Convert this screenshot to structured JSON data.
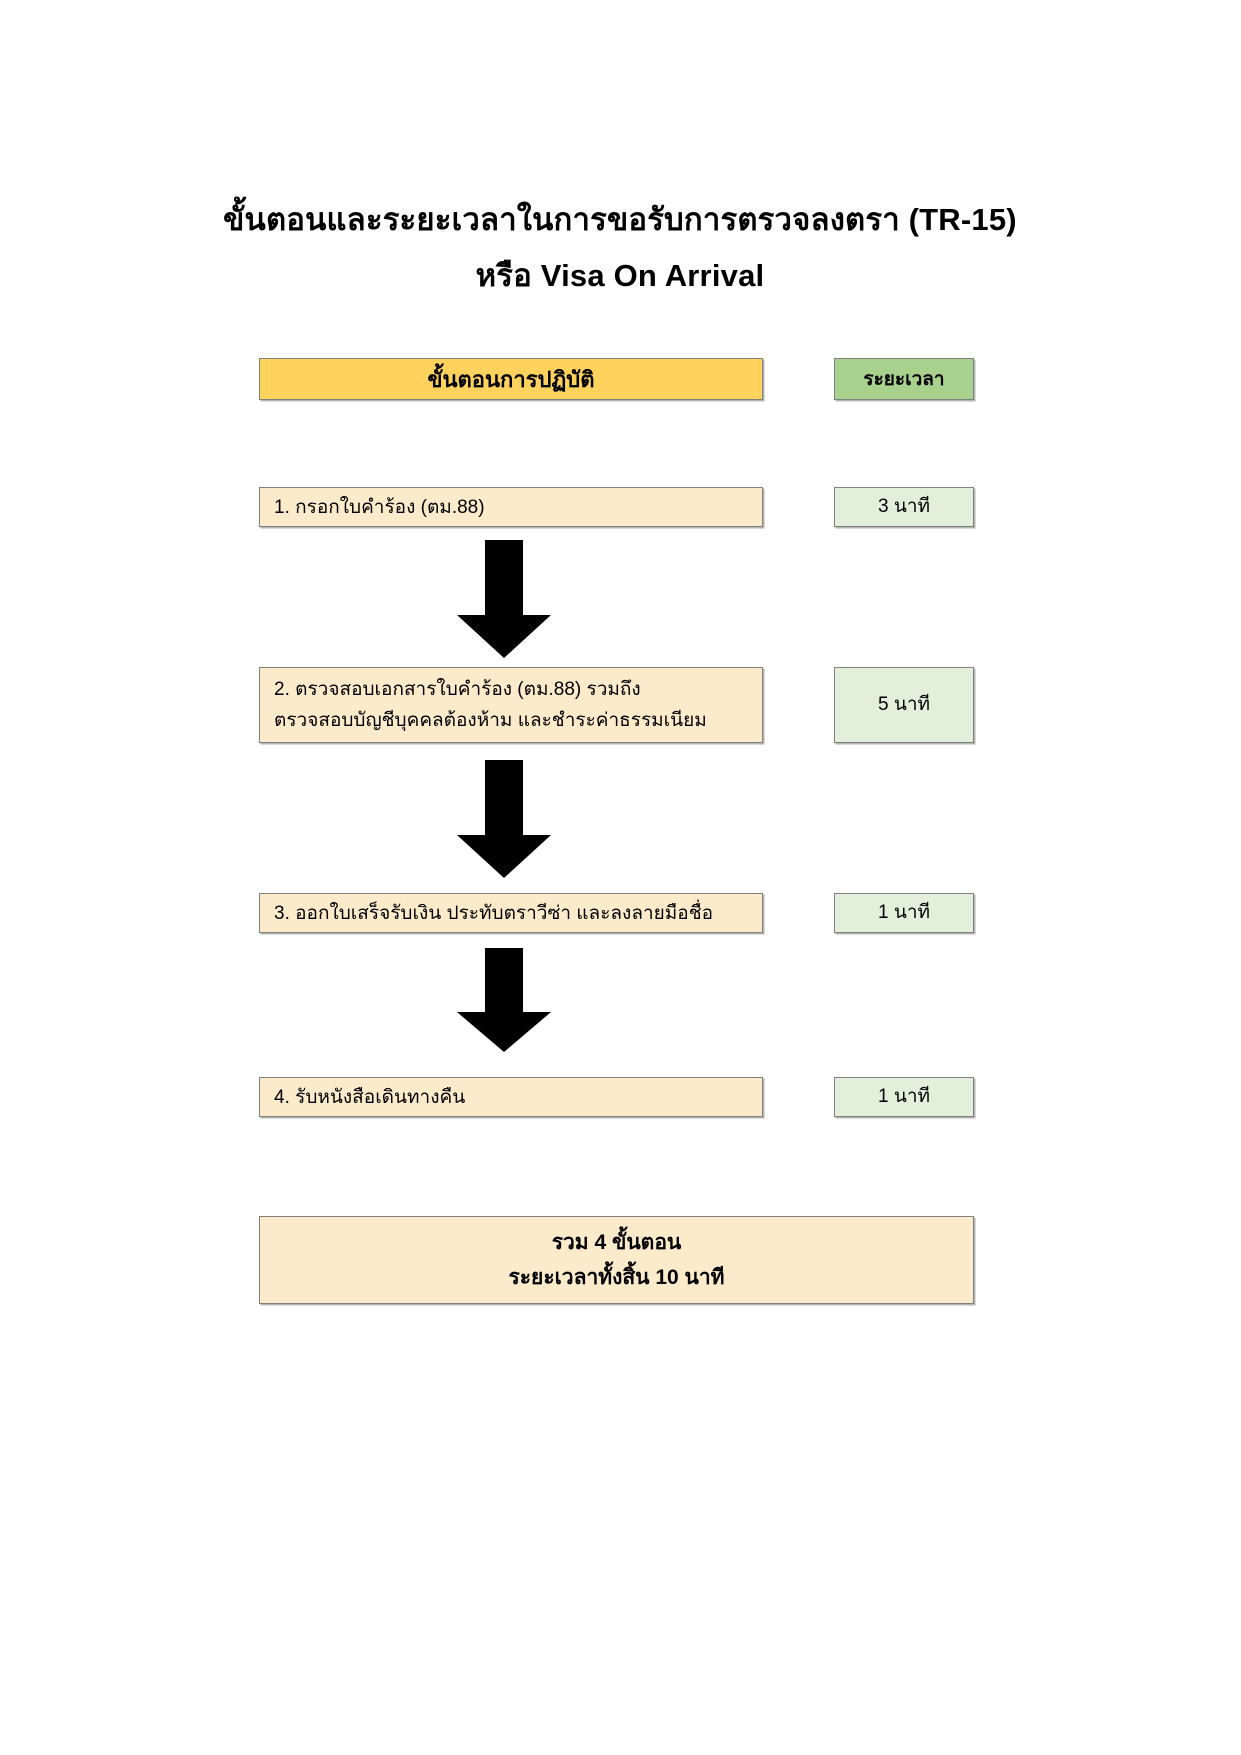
{
  "document": {
    "title_lines": [
      "ขั้นตอนและระยะเวลาในการขอรับการตรวจลงตรา (TR-15)",
      "หรือ Visa On Arrival"
    ]
  },
  "colors": {
    "header_process": "#FFD25E",
    "header_duration": "#A9D18E",
    "step_box": "#FCEBCB",
    "time_box": "#E2EFDA",
    "border": "#808080",
    "arrow": "#000000",
    "page_background": "#FFFFFF"
  },
  "table_headers": {
    "process": "ขั้นตอนการปฏิบัติ",
    "duration": "ระยะเวลา"
  },
  "steps": [
    {
      "lines": [
        "1. กรอกใบคำร้อง (ตม.88)"
      ],
      "duration": "3 นาที"
    },
    {
      "lines": [
        "2. ตรวจสอบเอกสารใบคำร้อง (ตม.88)  รวมถึง",
        "ตรวจสอบบัญชีบุคคลต้องห้าม และชำระค่าธรรมเนียม"
      ],
      "duration": "5 นาที"
    },
    {
      "lines": [
        "3. ออกใบเสร็จรับเงิน ประทับตราวีซ่า และลงลายมือชื่อ"
      ],
      "duration": "1 นาที"
    },
    {
      "lines": [
        "4. รับหนังสือเดินทางคืน"
      ],
      "duration": "1 นาที"
    }
  ],
  "connectors": [
    {
      "name": "down-arrow-1"
    },
    {
      "name": "down-arrow-2"
    },
    {
      "name": "down-arrow-3"
    }
  ],
  "summary": {
    "lines": [
      "รวม 4 ขั้นตอน",
      "ระยะเวลาทั้งสิ้น 10 นาที"
    ],
    "total_steps": 4,
    "total_minutes": 10
  }
}
